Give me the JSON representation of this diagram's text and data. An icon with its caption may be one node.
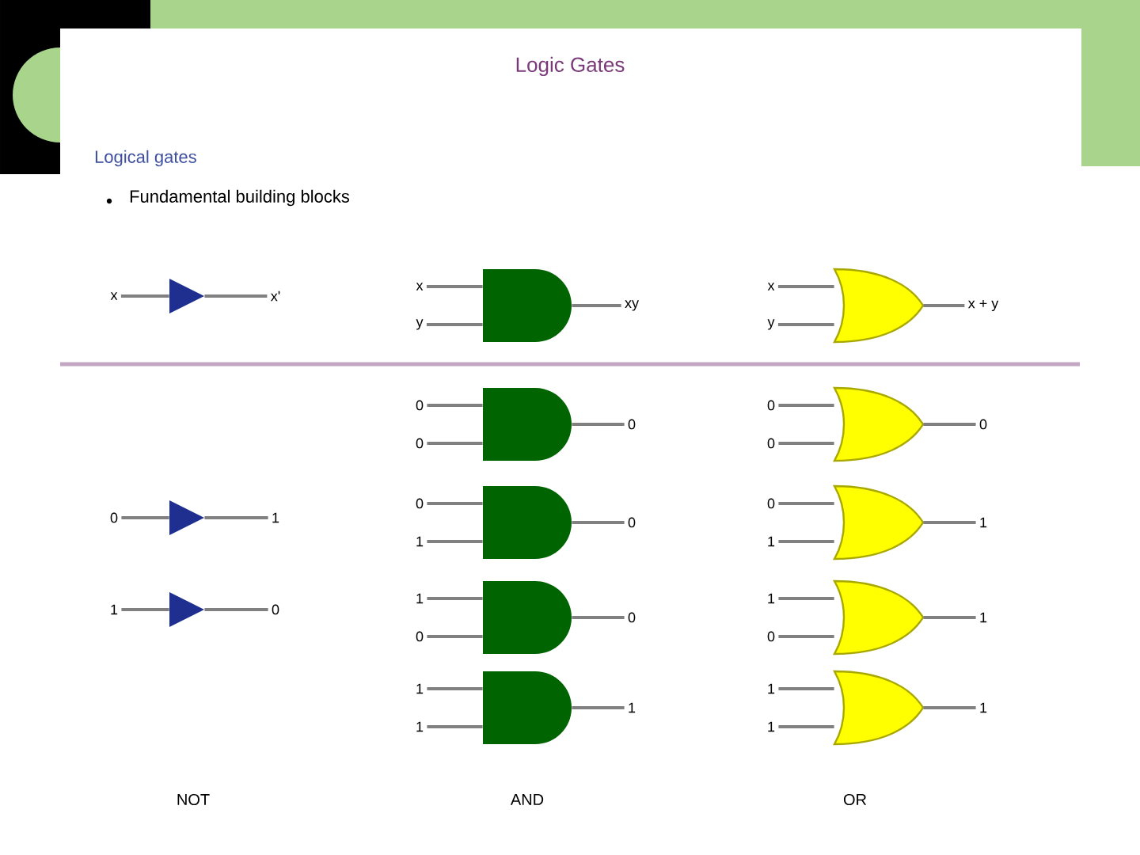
{
  "diagram": {
    "title": "Logic Gates",
    "nodes": [
      {
        "text": [
          "x"
        ]
      },
      {
        "text": [],
        "shape": "not-gate"
      },
      {
        "text": [
          "x'"
        ]
      },
      {
        "text": [
          "x"
        ]
      },
      {
        "text": [
          "y"
        ]
      },
      {
        "text": [],
        "shape": "and-gate"
      },
      {
        "text": [
          "xy"
        ]
      },
      {
        "text": [
          "x"
        ]
      },
      {
        "text": [
          "y"
        ]
      },
      {
        "text": [],
        "shape": "or-gate"
      },
      {
        "text": [
          "x + y"
        ]
      },
      {
        "text": [
          "0"
        ]
      },
      {
        "text": [
          "0"
        ]
      },
      {
        "text": [],
        "shape": "and-gate"
      },
      {
        "text": [
          "0"
        ]
      },
      {
        "text": [
          "0"
        ]
      },
      {
        "text": [
          "0"
        ]
      },
      {
        "text": [],
        "shape": "or-gate"
      },
      {
        "text": [
          "0"
        ]
      },
      {
        "text": [
          "0"
        ]
      },
      {
        "text": [],
        "shape": "not-gate"
      },
      {
        "text": [
          "1"
        ]
      },
      {
        "text": [
          "0"
        ]
      },
      {
        "text": [
          "1"
        ]
      },
      {
        "text": [],
        "shape": "and-gate"
      },
      {
        "text": [
          "0"
        ]
      },
      {
        "text": [
          "0"
        ]
      },
      {
        "text": [
          "1"
        ]
      },
      {
        "text": [],
        "shape": "or-gate"
      },
      {
        "text": [
          "1"
        ]
      },
      {
        "text": [
          "1"
        ]
      },
      {
        "text": [],
        "shape": "not-gate"
      },
      {
        "text": [
          "0"
        ]
      },
      {
        "text": [
          "1"
        ]
      },
      {
        "text": [
          "0"
        ]
      },
      {
        "text": [],
        "shape": "and-gate"
      },
      {
        "text": [
          "0"
        ]
      },
      {
        "text": [
          "1"
        ]
      },
      {
        "text": [
          "0"
        ]
      },
      {
        "text": [],
        "shape": "or-gate"
      },
      {
        "text": [
          "1"
        ]
      },
      {
        "text": [
          "1"
        ]
      },
      {
        "text": [
          "1"
        ]
      },
      {
        "text": [],
        "shape": "and-gate"
      },
      {
        "text": [
          "1"
        ]
      },
      {
        "text": [
          "1"
        ]
      },
      {
        "text": [
          "1"
        ]
      },
      {
        "text": [],
        "shape": "or-gate"
      },
      {
        "text": [
          "1"
        ]
      }
    ],
    "edges": [
      {
        "from": 0,
        "to": 1,
        "arrow": "none"
      },
      {
        "from": 1,
        "to": 2,
        "arrow": "none"
      },
      {
        "from": 3,
        "to": 5,
        "arrow": "none"
      },
      {
        "from": 4,
        "to": 5,
        "arrow": "none"
      },
      {
        "from": 5,
        "to": 6,
        "arrow": "none"
      },
      {
        "from": 7,
        "to": 9,
        "arrow": "none"
      },
      {
        "from": 8,
        "to": 9,
        "arrow": "none"
      },
      {
        "from": 9,
        "to": 10,
        "arrow": "none"
      },
      {
        "from": 11,
        "to": 13,
        "arrow": "none"
      },
      {
        "from": 12,
        "to": 13,
        "arrow": "none"
      },
      {
        "from": 13,
        "to": 14,
        "arrow": "none"
      },
      {
        "from": 15,
        "to": 17,
        "arrow": "none"
      },
      {
        "from": 16,
        "to": 17,
        "arrow": "none"
      },
      {
        "from": 17,
        "to": 18,
        "arrow": "none"
      },
      {
        "from": 19,
        "to": 20,
        "arrow": "none"
      },
      {
        "from": 20,
        "to": 21,
        "arrow": "none"
      },
      {
        "from": 22,
        "to": 24,
        "arrow": "none"
      },
      {
        "from": 23,
        "to": 24,
        "arrow": "none"
      },
      {
        "from": 24,
        "to": 25,
        "arrow": "none"
      },
      {
        "from": 26,
        "to": 28,
        "arrow": "none"
      },
      {
        "from": 27,
        "to": 28,
        "arrow": "none"
      },
      {
        "from": 28,
        "to": 29,
        "arrow": "none"
      },
      {
        "from": 30,
        "to": 31,
        "arrow": "none"
      },
      {
        "from": 31,
        "to": 32,
        "arrow": "none"
      },
      {
        "from": 33,
        "to": 35,
        "arrow": "none"
      },
      {
        "from": 34,
        "to": 35,
        "arrow": "none"
      },
      {
        "from": 35,
        "to": 36,
        "arrow": "none"
      },
      {
        "from": 37,
        "to": 39,
        "arrow": "none"
      },
      {
        "from": 38,
        "to": 39,
        "arrow": "none"
      },
      {
        "from": 39,
        "to": 40,
        "arrow": "none"
      },
      {
        "from": 41,
        "to": 43,
        "arrow": "none"
      },
      {
        "from": 42,
        "to": 43,
        "arrow": "none"
      },
      {
        "from": 43,
        "to": 44,
        "arrow": "none"
      },
      {
        "from": 45,
        "to": 47,
        "arrow": "none"
      },
      {
        "from": 46,
        "to": 47,
        "arrow": "none"
      },
      {
        "from": 47,
        "to": 48,
        "arrow": "none"
      }
    ],
    "labels": [
      "Logical gates",
      "Fundamental building blocks",
      "NOT",
      "AND",
      "OR"
    ]
  }
}
